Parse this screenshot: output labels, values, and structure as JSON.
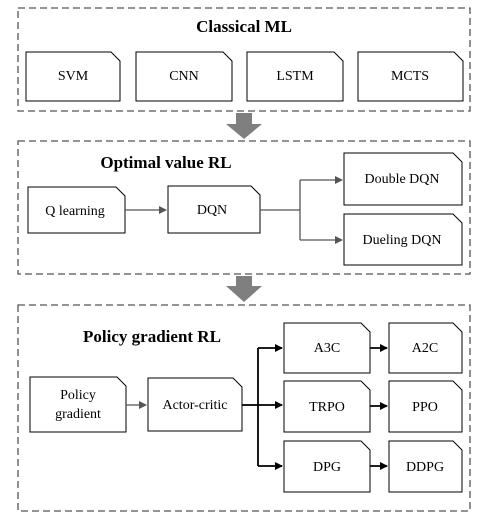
{
  "groups": {
    "classical": {
      "title": "Classical ML",
      "nodes": [
        "SVM",
        "CNN",
        "LSTM",
        "MCTS"
      ]
    },
    "optimal_value": {
      "title": "Optimal value RL",
      "nodes": {
        "q_learning": "Q learning",
        "dqn": "DQN",
        "double_dqn": "Double DQN",
        "dueling_dqn": "Dueling DQN"
      }
    },
    "policy_gradient": {
      "title": "Policy gradient RL",
      "nodes": {
        "policy_gradient_line1": "Policy",
        "policy_gradient_line2": "gradient",
        "actor_critic": "Actor-critic",
        "a3c": "A3C",
        "a2c": "A2C",
        "trpo": "TRPO",
        "ppo": "PPO",
        "dpg": "DPG",
        "ddpg": "DDPG"
      }
    }
  },
  "colors": {
    "box_stroke": "#555555",
    "transition_arrow": "#7f7f7f",
    "node_stroke": "#000000"
  }
}
